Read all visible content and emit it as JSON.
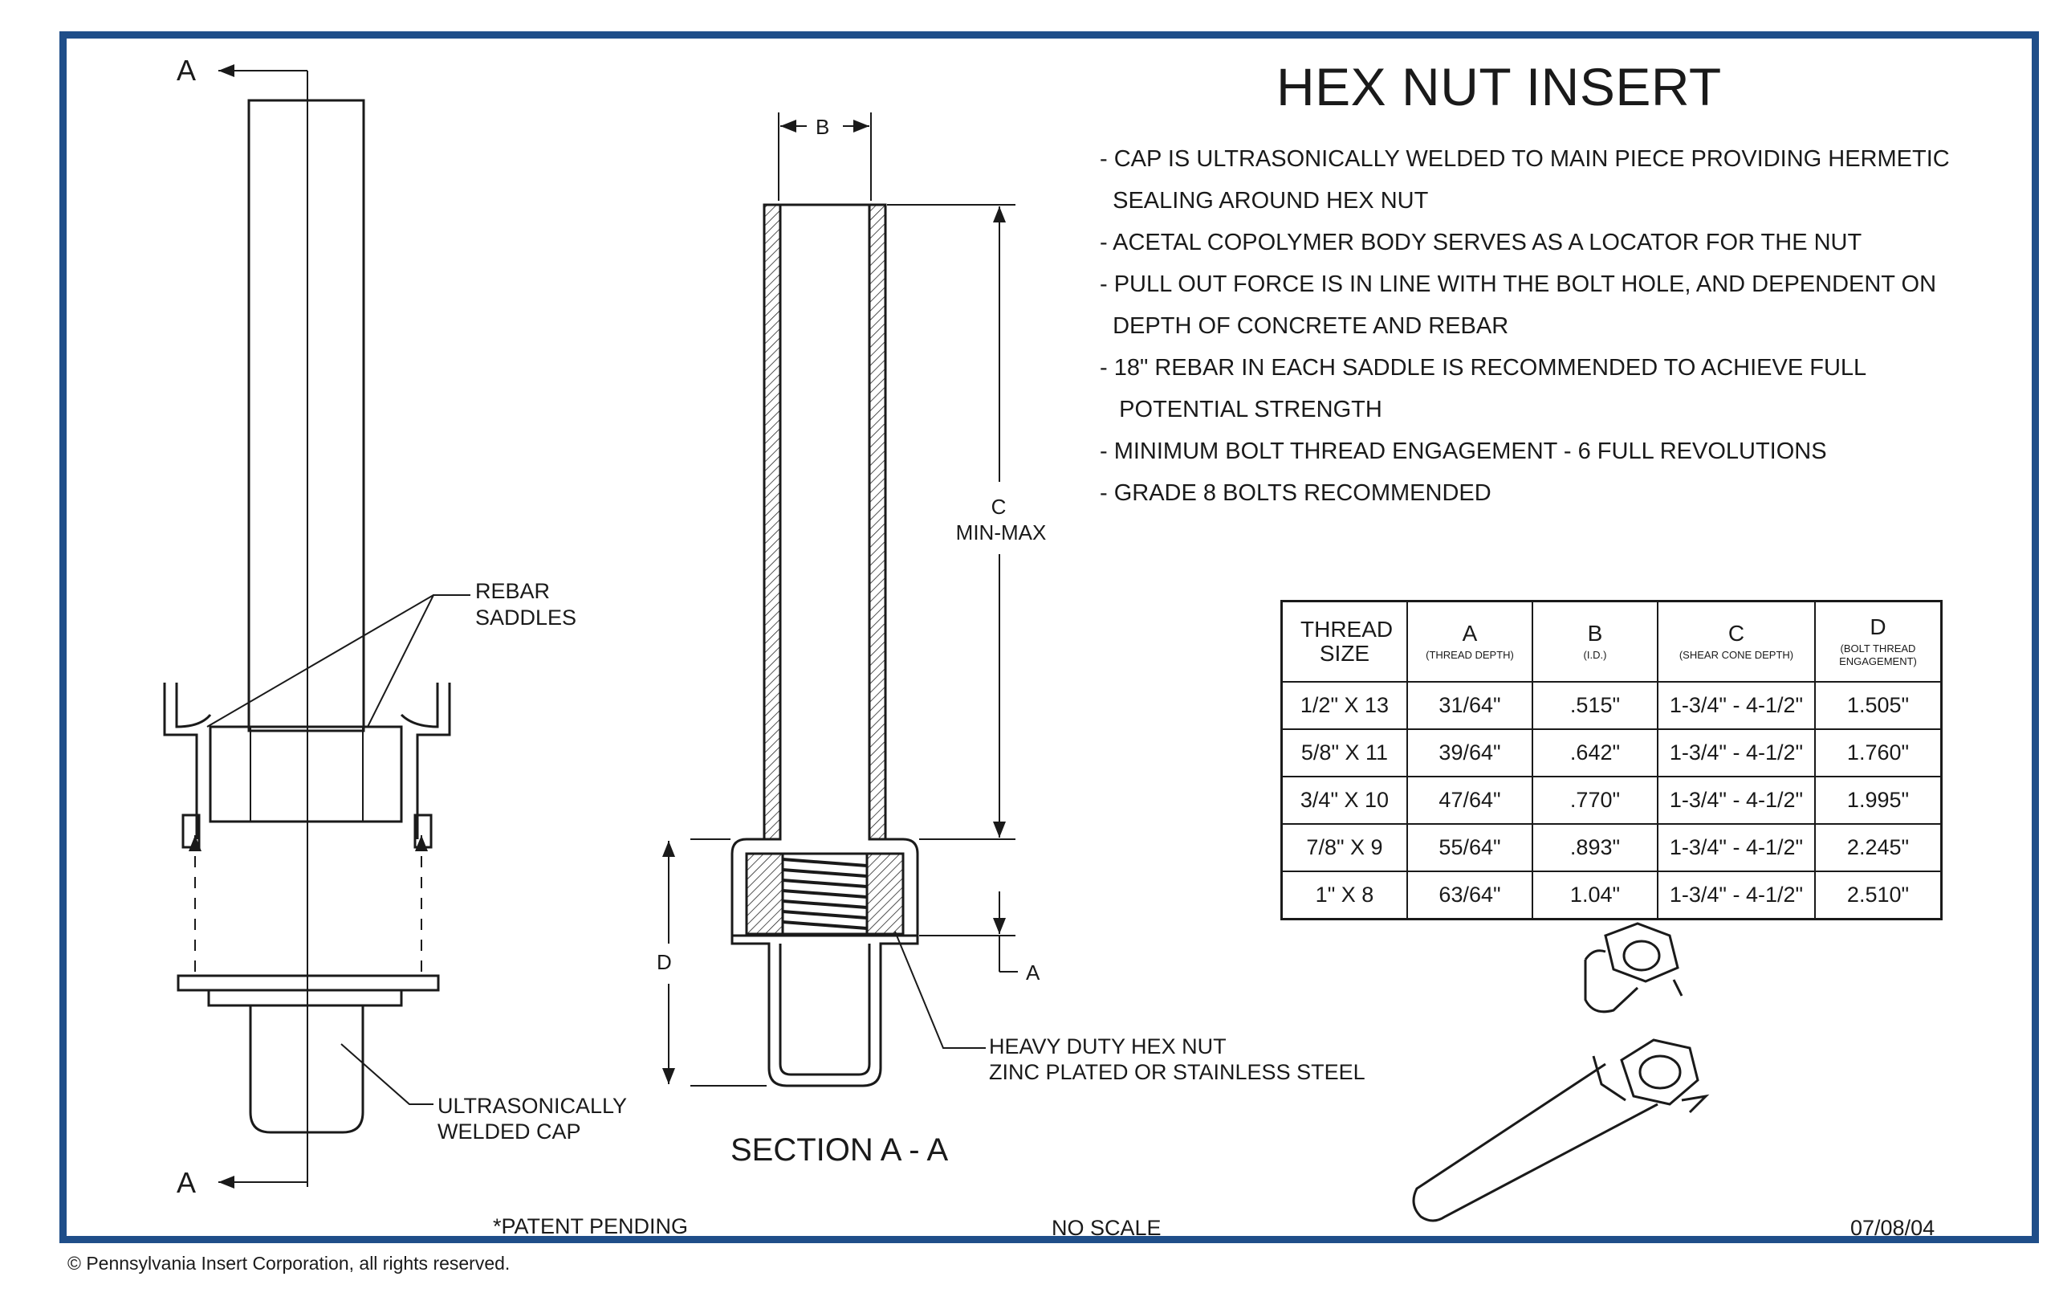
{
  "title": "HEX NUT INSERT",
  "notes": [
    "- CAP IS ULTRASONICALLY WELDED TO MAIN PIECE PROVIDING HERMETIC",
    "  SEALING AROUND HEX NUT",
    "- ACETAL COPOLYMER BODY SERVES AS A LOCATOR FOR THE NUT",
    "- PULL OUT FORCE IS IN LINE WITH THE BOLT HOLE, AND DEPENDENT ON",
    "  DEPTH OF CONCRETE AND REBAR",
    "- 18\" REBAR IN EACH SADDLE IS RECOMMENDED TO ACHIEVE FULL",
    "   POTENTIAL STRENGTH",
    "- MINIMUM BOLT THREAD ENGAGEMENT - 6 FULL REVOLUTIONS",
    "- GRADE 8 BOLTS RECOMMENDED"
  ],
  "labels": {
    "section_top": "A",
    "section_bottom": "A",
    "dim_b": "B",
    "dim_c": "C",
    "dim_c_sub": "MIN-MAX",
    "dim_d": "D",
    "dim_a": "A",
    "rebar_1": "REBAR",
    "rebar_2": "SADDLES",
    "cap_1": "ULTRASONICALLY",
    "cap_2": "WELDED CAP",
    "nut_1": "HEAVY DUTY HEX NUT",
    "nut_2": "ZINC PLATED OR STAINLESS STEEL",
    "section_title": "SECTION A - A"
  },
  "table": {
    "headers": [
      {
        "main": "THREAD SIZE",
        "sub": ""
      },
      {
        "main": "A",
        "sub": "(THREAD DEPTH)"
      },
      {
        "main": "B",
        "sub": "(I.D.)"
      },
      {
        "main": "C",
        "sub": "(SHEAR CONE DEPTH)"
      },
      {
        "main": "D",
        "sub": "(BOLT THREAD ENGAGEMENT)"
      }
    ],
    "rows": [
      [
        "1/2\" X 13",
        "31/64\"",
        ".515\"",
        "1-3/4\" - 4-1/2\"",
        "1.505\""
      ],
      [
        "5/8\" X 11",
        "39/64\"",
        ".642\"",
        "1-3/4\" - 4-1/2\"",
        "1.760\""
      ],
      [
        "3/4\" X 10",
        "47/64\"",
        ".770\"",
        "1-3/4\" - 4-1/2\"",
        "1.995\""
      ],
      [
        "7/8\" X 9",
        "55/64\"",
        ".893\"",
        "1-3/4\" - 4-1/2\"",
        "2.245\""
      ],
      [
        "1\" X 8",
        "63/64\"",
        "1.04\"",
        "1-3/4\" - 4-1/2\"",
        "2.510\""
      ]
    ]
  },
  "footer": {
    "patent": "*PATENT PENDING",
    "scale": "NO SCALE",
    "date": "07/08/04"
  },
  "copyright": "© Pennsylvania Insert Corporation, all rights reserved.",
  "colors": {
    "border": "#1f4e89",
    "ink": "#1a1a1a"
  }
}
